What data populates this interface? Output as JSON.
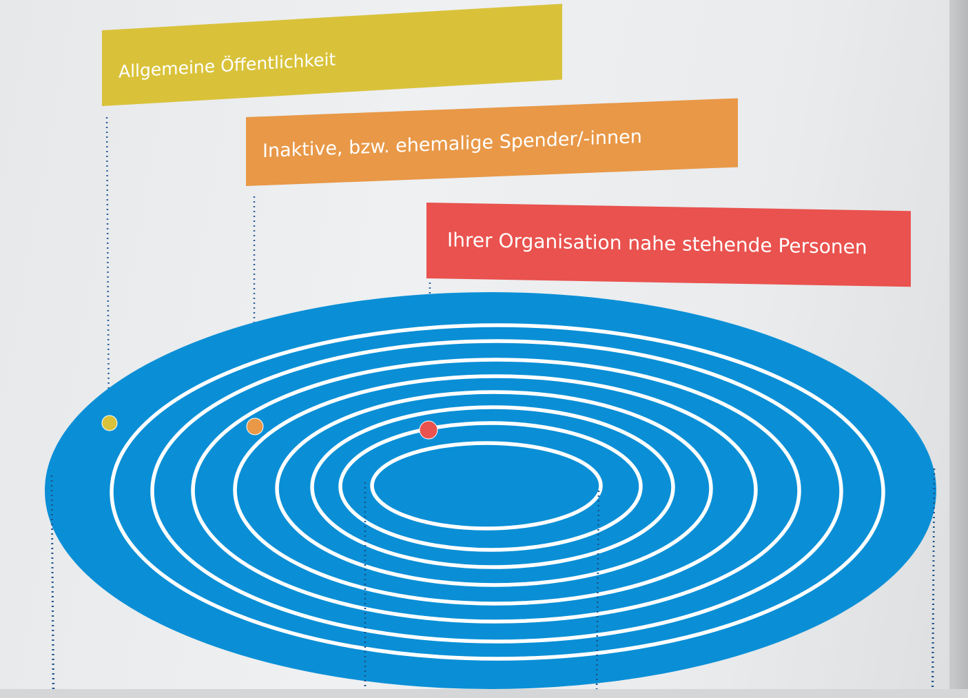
{
  "labels": {
    "outer": "Allgemeine Öffentlichkeit",
    "middle": "Inaktive, bzw. ehemalige Spender/-innen",
    "inner": "Ihrer Organisation nahe stehende Personen"
  },
  "colors": {
    "outer": "#d9c23a",
    "middle": "#e89847",
    "inner": "#e9524e",
    "ellipse": "#0a8fd6",
    "rings": "#ffffff"
  }
}
